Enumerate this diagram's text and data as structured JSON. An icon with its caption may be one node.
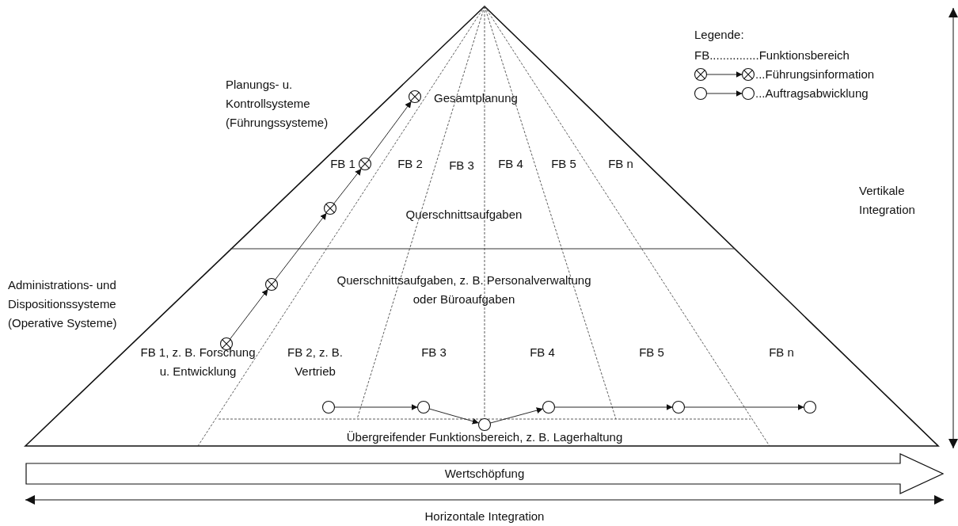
{
  "diagram": {
    "nodes": [
      {
        "text": [],
        "shape": "circle"
      },
      {
        "text": [],
        "shape": "circle"
      },
      {
        "text": [],
        "shape": "circle"
      },
      {
        "text": [],
        "shape": "circle"
      },
      {
        "text": [],
        "shape": "circle"
      },
      {
        "text": [],
        "shape": "circle"
      },
      {
        "text": [],
        "shape": "circle"
      },
      {
        "text": [],
        "shape": "circle"
      },
      {
        "text": [],
        "shape": "circle"
      },
      {
        "text": [],
        "shape": "circle"
      },
      {
        "text": [],
        "shape": "circle"
      },
      {
        "text": [
          "Wertschöpfung"
        ]
      }
    ],
    "edges": [
      {
        "from": 0,
        "to": 1,
        "arrow": "to"
      },
      {
        "from": 1,
        "to": 2,
        "arrow": "to"
      },
      {
        "from": 2,
        "to": 3,
        "arrow": "to"
      },
      {
        "from": 3,
        "to": 4,
        "arrow": "to"
      },
      {
        "from": 5,
        "to": 6,
        "arrow": "to"
      },
      {
        "from": 6,
        "to": 7,
        "arrow": "to"
      },
      {
        "from": 7,
        "to": 8,
        "arrow": "to"
      },
      {
        "from": 8,
        "to": 9,
        "arrow": "to"
      },
      {
        "from": 9,
        "to": 10,
        "arrow": "to"
      }
    ],
    "labels": [
      "Planungs- u. Kontrollsysteme (Führungssysteme)",
      "Gesamtplanung",
      "Legende:",
      "FB 1",
      "FB 2",
      "FB 3",
      "FB 4",
      "FB 5",
      "FB n",
      "Vertikale Integration",
      "Querschnittsaufgaben",
      "Administrations- und Dispositionssysteme (Operative Systeme)",
      "Querschnittsaufgaben, z. B. Personalverwaltung oder Büroaufgaben",
      "FB 1, z. B. Forschung u. Entwicklung",
      "FB 2, z. B. Vertrieb",
      "FB 3",
      "FB 4",
      "FB 5",
      "FB n",
      "Übergreifender Funktionsbereich, z. B. Lagerhaltung",
      "Horizontale Integration"
    ],
    "legend": [
      {
        "text": "FB...............Funktionsbereich"
      },
      {
        "text": "...Führungsinformation"
      },
      {
        "text": "...Auftragsabwicklung"
      }
    ]
  }
}
